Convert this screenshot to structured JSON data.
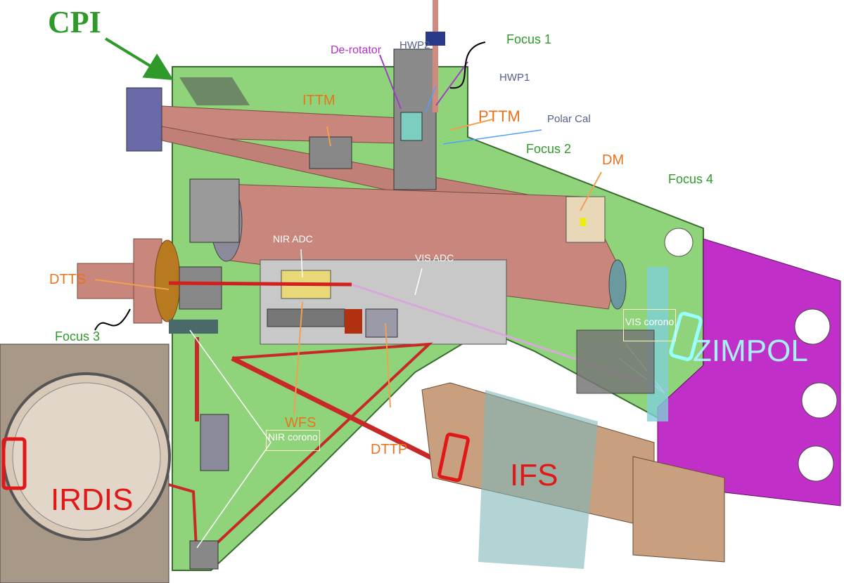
{
  "title": "CPI",
  "labels": {
    "ittm": "ITTM",
    "derotator": "De-rotator",
    "hwp2": "HWP2",
    "focus1": "Focus 1",
    "hwp1": "HWP1",
    "pttm": "PTTM",
    "polar_cal": "Polar Cal",
    "focus2": "Focus 2",
    "dm": "DM",
    "focus4": "Focus 4",
    "nir_adc": "NIR ADC",
    "vis_adc": "VIS ADC",
    "dtts": "DTTS",
    "focus3": "Focus 3",
    "wfs": "WFS",
    "dttp": "DTTP",
    "nir_corono": "NIR corono",
    "vis_corono": "VIS corono"
  },
  "instruments": {
    "zimpol": "ZIMPOL",
    "irdis": "IRDIS",
    "ifs": "IFS"
  },
  "colors": {
    "plate": "#8fd47a",
    "beam": "#c8867c",
    "zimpol": "#c030c8",
    "ifs": "#c8a080",
    "irdis": "#b8a898",
    "label_orange": "#e8731e",
    "label_green": "#2f9a2a",
    "instrument_red": "#e01818"
  }
}
